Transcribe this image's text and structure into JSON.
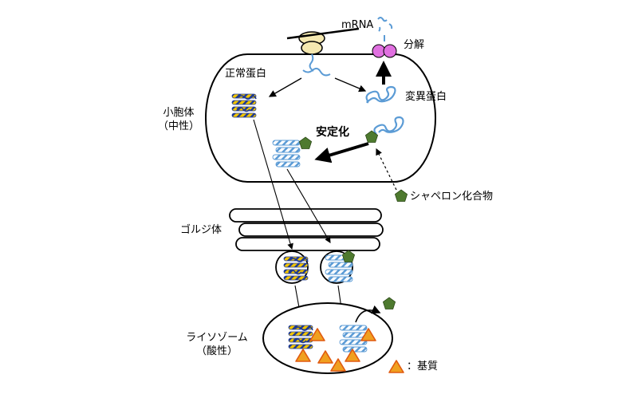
{
  "labels": {
    "mrna": "mRNA",
    "degradation": "分解",
    "normal_protein": "正常蛋白",
    "mutant_protein": "変異蛋白",
    "er_line1": "小胞体",
    "er_line2": "（中性）",
    "stabilization": "安定化",
    "chaperone_compound": "シャペロン化合物",
    "golgi": "ゴルジ体",
    "lysosome_line1": "ライソゾーム",
    "lysosome_line2": "（酸性）",
    "substrate_legend": "：基質"
  },
  "colors": {
    "blue_strand": "#5b9bd5",
    "yellow_strand": "#f2c500",
    "navy_stripe": "#1f3a93",
    "chaperone_green": "#4e7a2f",
    "proteasome_magenta": "#e070e0",
    "ribosome_cream": "#f4e8b0",
    "substrate_orange": "#f0a020",
    "substrate_edge": "#e05a10"
  }
}
